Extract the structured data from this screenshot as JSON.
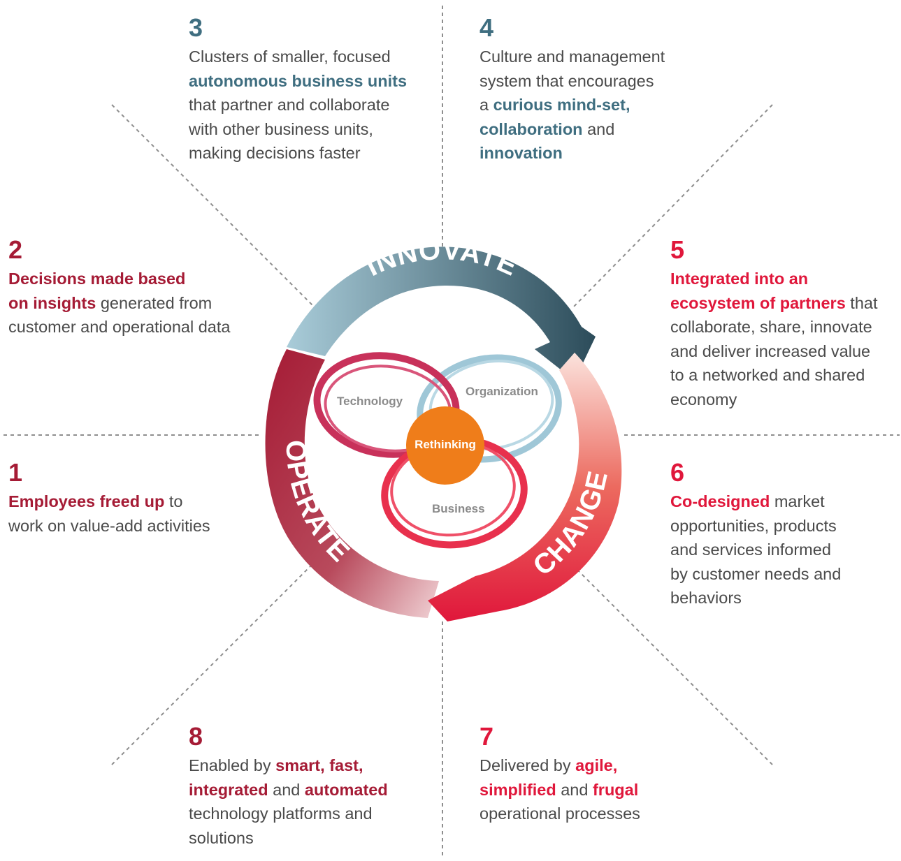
{
  "colors": {
    "teal": "#3f6e80",
    "wine": "#a51b35",
    "red": "#e0173b",
    "orange": "#ef7d1a",
    "gray_text": "#4a4a4a",
    "light_blue": "#9fc7d7",
    "pink": "#c8315a"
  },
  "cycle": {
    "innovate": "INNOVATE",
    "operate": "OPERATE",
    "change": "CHANGE"
  },
  "venn": {
    "technology": "Technology",
    "organization": "Organization",
    "business": "Business",
    "center": "Rethinking"
  },
  "items": {
    "i1": {
      "number": "1",
      "highlight": "Employees freed up",
      "rest1": " to",
      "line2": "work on value-add activities"
    },
    "i2": {
      "number": "2",
      "line1": "Decisions made based",
      "hl2": "on insights",
      "rest2": " generated from",
      "line3": "customer and operational data"
    },
    "i3": {
      "number": "3",
      "line1": "Clusters of smaller, focused",
      "line2": "autonomous business units",
      "line3": "that partner and collaborate",
      "line4": "with other business units,",
      "line5": "making decisions faster"
    },
    "i4": {
      "number": "4",
      "line1": "Culture and management",
      "line2": "system that encourages",
      "pre3": "a ",
      "hl3": "curious mind-set,",
      "hl4": "collaboration",
      "rest4": " and",
      "hl5": "innovation"
    },
    "i5": {
      "number": "5",
      "line1": "Integrated into an",
      "hl2": "ecosystem of partners",
      "rest2": " that",
      "line3": "collaborate, share, innovate",
      "line4": "and deliver increased value",
      "line5": "to a networked and shared",
      "line6": "economy"
    },
    "i6": {
      "number": "6",
      "hl1": "Co-designed",
      "rest1": " market",
      "line2": "opportunities, products",
      "line3": "and services informed",
      "line4": "by customer needs and",
      "line5": "behaviors"
    },
    "i7": {
      "number": "7",
      "pre1": "Delivered by ",
      "hl1": "agile,",
      "hl2": "simplified",
      "mid2": " and ",
      "hl2b": "frugal",
      "line3": "operational processes"
    },
    "i8": {
      "number": "8",
      "pre1": "Enabled by ",
      "hl1": "smart, fast,",
      "hl2": "integrated",
      "mid2": " and ",
      "hl2b": "automated",
      "line3": "technology platforms and",
      "line4": "solutions"
    }
  }
}
